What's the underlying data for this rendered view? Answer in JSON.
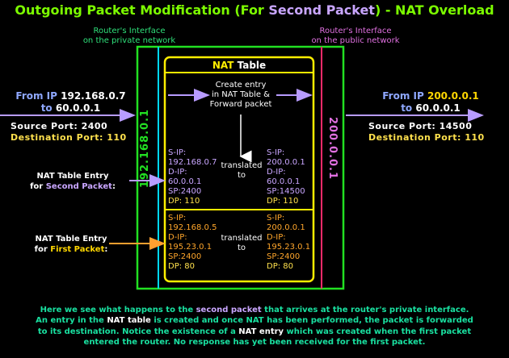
{
  "title": {
    "part1": "Outgoing Packet Modification (For ",
    "highlight": "Second Packet",
    "part2": ") - NAT Overload"
  },
  "router": {
    "private_label_1": "Router's Interface",
    "private_label_2": "on the private network",
    "public_label_1": "Router's Interface",
    "public_label_2": "on the public network",
    "private_ip": "192.168.0.1",
    "public_ip": "200.0.0.1"
  },
  "incoming": {
    "from_word": "From IP",
    "from_ip": "192.168.0.7",
    "to_word": "to",
    "to_ip": "60.0.0.1",
    "source_port": "Source Port: 2400",
    "dest_port": "Destination Port: 110"
  },
  "outgoing": {
    "from_word": "From IP",
    "from_ip": "200.0.0.1",
    "to_word": "to",
    "to_ip": "60.0.0.1",
    "source_port": "Source Port: 14500",
    "dest_port": "Destination Port: 110"
  },
  "nat_table": {
    "title_nat": "NAT",
    "title_table": " Table",
    "create_line1": "Create entry",
    "create_line2": "in NAT Table &",
    "create_line3": "Forward packet",
    "translated": "translated",
    "to": "to",
    "second_entry": {
      "left": {
        "sip_label": "S-IP:",
        "sip": "192.168.0.7",
        "dip_label": "D-IP:",
        "dip": "60.0.0.1",
        "sp": "SP:2400",
        "dp": "DP: 110"
      },
      "right": {
        "sip_label": "S-IP:",
        "sip": "200.0.0.1",
        "dip_label": "D-IP:",
        "dip": "60.0.0.1",
        "sp": "SP:14500",
        "dp": "DP: 110"
      }
    },
    "first_entry": {
      "left": {
        "sip_label": "S-IP:",
        "sip": "192.168.0.5",
        "dip_label": "D-IP:",
        "dip": "195.23.0.1",
        "sp": "SP:2400",
        "dp": "DP: 80"
      },
      "right": {
        "sip_label": "S-IP:",
        "sip": "200.0.0.1",
        "dip_label": "D-IP:",
        "dip": "195.23.0.1",
        "sp": "SP:2400",
        "dp": "DP: 80"
      }
    }
  },
  "labels": {
    "second_entry_1": "NAT Table Entry",
    "second_entry_for": "for ",
    "second_entry_2": "Second Packet",
    "second_entry_colon": ":",
    "first_entry_1": "NAT Table Entry",
    "first_entry_for": "for ",
    "first_entry_2": "First Packet",
    "first_entry_colon": ":"
  },
  "footer": {
    "l1a": "Here we see what happens to the ",
    "l1b": "second packet",
    "l1c": " that arrives at the router's private interface.",
    "l2a": "An entry in the ",
    "l2b": "NAT table",
    "l2c": " is created and once NAT has been performed, the packet is forwarded",
    "l3": "to its destination. Notice the existence of a ",
    "l3b": "NAT entry",
    "l3c": " which was created when the first packet",
    "l4": "entered the router.  No response has yet been received for the first packet."
  },
  "colors": {
    "router_border": "#22E022",
    "table_border": "#FFEE00",
    "private_line": "#00D8FF",
    "public_line": "#FF2A6A",
    "arrow_purple": "#B89CFF",
    "arrow_orange": "#FFA030"
  }
}
